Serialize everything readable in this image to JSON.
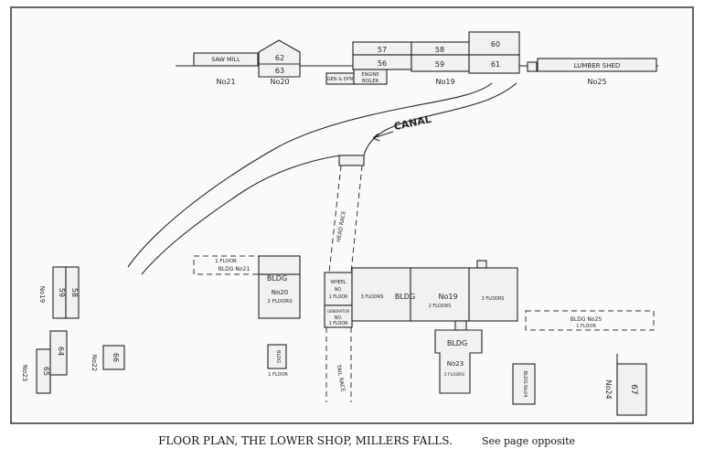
{
  "caption": {
    "main": "FLOOR PLAN, THE LOWER SHOP, MILLERS FALLS.",
    "note": "See page opposite"
  },
  "canal": {
    "label": "CANAL"
  },
  "head_race": {
    "label": "HEAD RACE"
  },
  "tail_race": {
    "label": "TAIL RACE"
  },
  "top": {
    "saw_mill": "SAW MILL",
    "no21": "No21",
    "room62": "62",
    "room63": "63",
    "no20": "No20",
    "generator": "GEN & DYN",
    "engine_line1": "ENGINE",
    "engine_line2": "BOILER",
    "room57": "57",
    "room58": "58",
    "room60": "60",
    "room56": "56",
    "room59": "59",
    "room61": "61",
    "no19": "No19",
    "lumber_shed": "LUMBER SHED",
    "no25": "No25"
  },
  "bottom": {
    "bldg21_floors": "1 FLOOR",
    "bldg21_name": "BLDG No21",
    "bldg20_name": "BLDG",
    "bldg20_no": "No20",
    "bldg20_floors": "2 FLOORS",
    "wheel_line1": "WHEEL",
    "wheel_line2": "NO.",
    "wheel_line3": "1 FLOOR",
    "gen_line1": "GENERATOR",
    "gen_line2": "NO.",
    "gen_line3": "1 FLOOR",
    "b19_left": "3 FLOORS",
    "b19_bldg": "BLDG",
    "b19_no": "No19",
    "b19_mid": "2 FLOORS",
    "b19_right": "2 FLOORS",
    "b25_name": "BLDG No25",
    "b25_floors": "1 FLOOR",
    "b23_bldg": "BLDG",
    "b23_no": "No23",
    "b23_floors": "2 FLOORS",
    "b24_small": "BLDG No24",
    "no24": "No24",
    "room67": "67",
    "small_bldg": "BLDG",
    "small_floor": "1 FLOOR",
    "room66": "66",
    "no22": "No22",
    "left_no19": "No19",
    "room59b": "59",
    "room58b": "58",
    "room64": "64",
    "room65": "65",
    "left_no23": "No23"
  }
}
